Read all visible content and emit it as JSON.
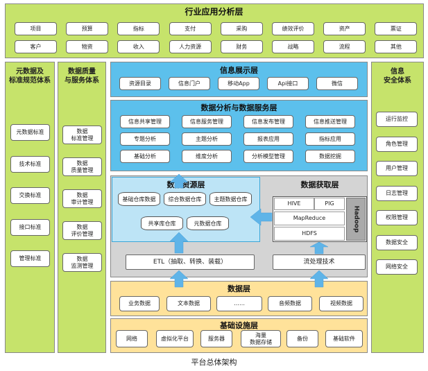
{
  "industry": {
    "title": "行业应用分析层",
    "row1": [
      "项目",
      "预算",
      "指标",
      "支付",
      "采购",
      "绩效评价",
      "资产",
      "票证"
    ],
    "row2": [
      "客户",
      "物资",
      "收入",
      "人力资源",
      "财务",
      "战略",
      "流程",
      "其他"
    ]
  },
  "left1": {
    "title_lines": [
      "元数据及",
      "标准规范体系"
    ],
    "items": [
      "元数据标准",
      "技术标准",
      "交换标准",
      "接口标准",
      "管理标准"
    ]
  },
  "left2": {
    "title_lines": [
      "数据质量",
      "与服务体系"
    ],
    "items": [
      [
        "数据",
        "标准管理"
      ],
      [
        "数据",
        "质量管理"
      ],
      [
        "数据",
        "审计管理"
      ],
      [
        "数据",
        "评价管理"
      ],
      [
        "数据",
        "监测管理"
      ]
    ]
  },
  "right": {
    "title_lines": [
      "信息",
      "安全体系"
    ],
    "items": [
      "运行监控",
      "角色管理",
      "用户管理",
      "日志管理",
      "权限管理",
      "数据安全",
      "网络安全"
    ]
  },
  "display": {
    "title": "信息展示层",
    "items": [
      "资源目录",
      "信息门户",
      "移动App",
      "Api接口",
      "微信"
    ]
  },
  "analysis": {
    "title": "数据分析与数据服务层",
    "rows": [
      [
        "信息共享管理",
        "信息服务管理",
        "信息发布管理",
        "信息推送管理"
      ],
      [
        "专题分析",
        "主题分析",
        "报表应用",
        "指标应用"
      ],
      [
        "基础分析",
        "维度分析",
        "分析模型管理",
        "数据挖掘"
      ]
    ]
  },
  "resource": {
    "title": "数据资源层",
    "row1": [
      "基础仓库数据",
      "综合数据仓库",
      "主题数据仓库"
    ],
    "row2": [
      "共享库仓库",
      "元数据仓库"
    ]
  },
  "acquire": {
    "title": "数据获取层",
    "hive": "HIVE",
    "pig": "PIG",
    "mapreduce": "MapReduce",
    "hdfs": "HDFS",
    "hadoop": "Hadoop"
  },
  "etl": {
    "etl_label": "ETL（抽取、转换、装载）",
    "stream_label": "流处理技术"
  },
  "data": {
    "title": "数据层",
    "items": [
      "业务数据",
      "文本数据",
      "……",
      "音频数据",
      "视频数据"
    ]
  },
  "infra": {
    "title": "基础设施层",
    "items": [
      [
        "网络"
      ],
      [
        "虚拟化平台"
      ],
      [
        "服务器"
      ],
      [
        "海量",
        "数据存储"
      ],
      [
        "备份"
      ],
      [
        "基础软件"
      ]
    ]
  },
  "caption": "平台总体架构"
}
